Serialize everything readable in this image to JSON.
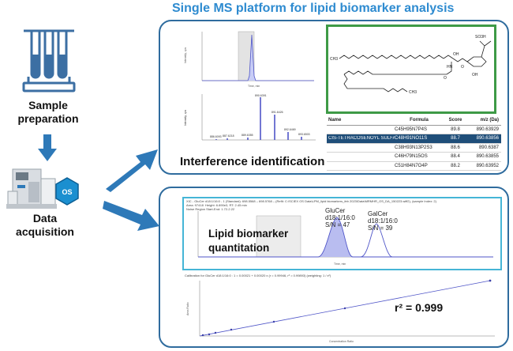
{
  "title": "Single MS platform for lipid biomarker analysis",
  "left": {
    "sample_label_1": "Sample",
    "sample_label_2": "preparation",
    "acq_label_1": "Data",
    "acq_label_2": "acquisition",
    "software_letters": "OS"
  },
  "top_panel": {
    "caption": "Interference identification",
    "compound_name": "CIS-TETRACOSENOYL SULFATIDE",
    "table_headers": [
      "Name",
      "Formula",
      "Score",
      "m/z (Da)"
    ],
    "rows": [
      {
        "name": "",
        "formula": "C45H95N7P4S",
        "score": "89.8",
        "mz": "890.63929"
      },
      {
        "name": "CIS-TETRACOSENOYL SULFATIDE",
        "formula": "C48H91NO11S",
        "score": "88.7",
        "mz": "890.63856"
      },
      {
        "name": "",
        "formula": "C38H93N13P2S3",
        "score": "88.6",
        "mz": "890.6387"
      },
      {
        "name": "",
        "formula": "C46H79N15OS",
        "score": "88.4",
        "mz": "890.63855"
      },
      {
        "name": "",
        "formula": "C51H84N7O4P",
        "score": "88.2",
        "mz": "890.63952"
      }
    ],
    "struct_labels": {
      "oh": "OH",
      "so3h": "SO3H",
      "hn": "HN",
      "ch3": "CH3",
      "o": "O"
    },
    "ms_peak_labels": [
      "890.6391",
      "891.6426",
      "892.6469",
      "893.6503",
      "889.6355",
      "887.6218",
      "886.6093"
    ]
  },
  "bottom_panel": {
    "caption_1": "Lipid  biomarker",
    "caption_2": "quantitation",
    "header_line_1": "XIC - GluCer d18:1/16:0 - 1 (Standard): 698.5568 – 698.5768 – (Refit: C:\\SCIEX OS Data\\LPM_lipid biomarkers_feb 2023\\Data\\MRMHR_OS_DA_150223.wiff2), (sample Index: 2)",
    "header_line_2": "Area: 97418  Height: 6.890e3, RT: 2.45 min",
    "header_line_3": "Noise Region Start-End: 1.72-2.22",
    "peak1": [
      "GluCer",
      "d18:1/16:0",
      "S/N = 47"
    ],
    "peak2": [
      "GalCer",
      "d18:1/16:0",
      "S/N = 39"
    ],
    "calib_title": "Calibration for GluCer d18:1/16:0 : 1 = 0.00021 + 0.00020 x (r = 0.99946, r² = 0.99893) (weighting: 1 / x²)",
    "r2_text": "r² = 0.999",
    "x_axis_label": "Concentration Ratio",
    "y_axis_label": "Area Ratio",
    "time_label": "Time, min"
  },
  "colors": {
    "title": "#2e8bd0",
    "panel_border": "#2f6c9e",
    "arrow": "#2e79b8",
    "green_box": "#3e9a46",
    "cyan_box": "#45b5d6",
    "selected_row": "#1f4e79",
    "peak_blue": "#4f55c8"
  }
}
